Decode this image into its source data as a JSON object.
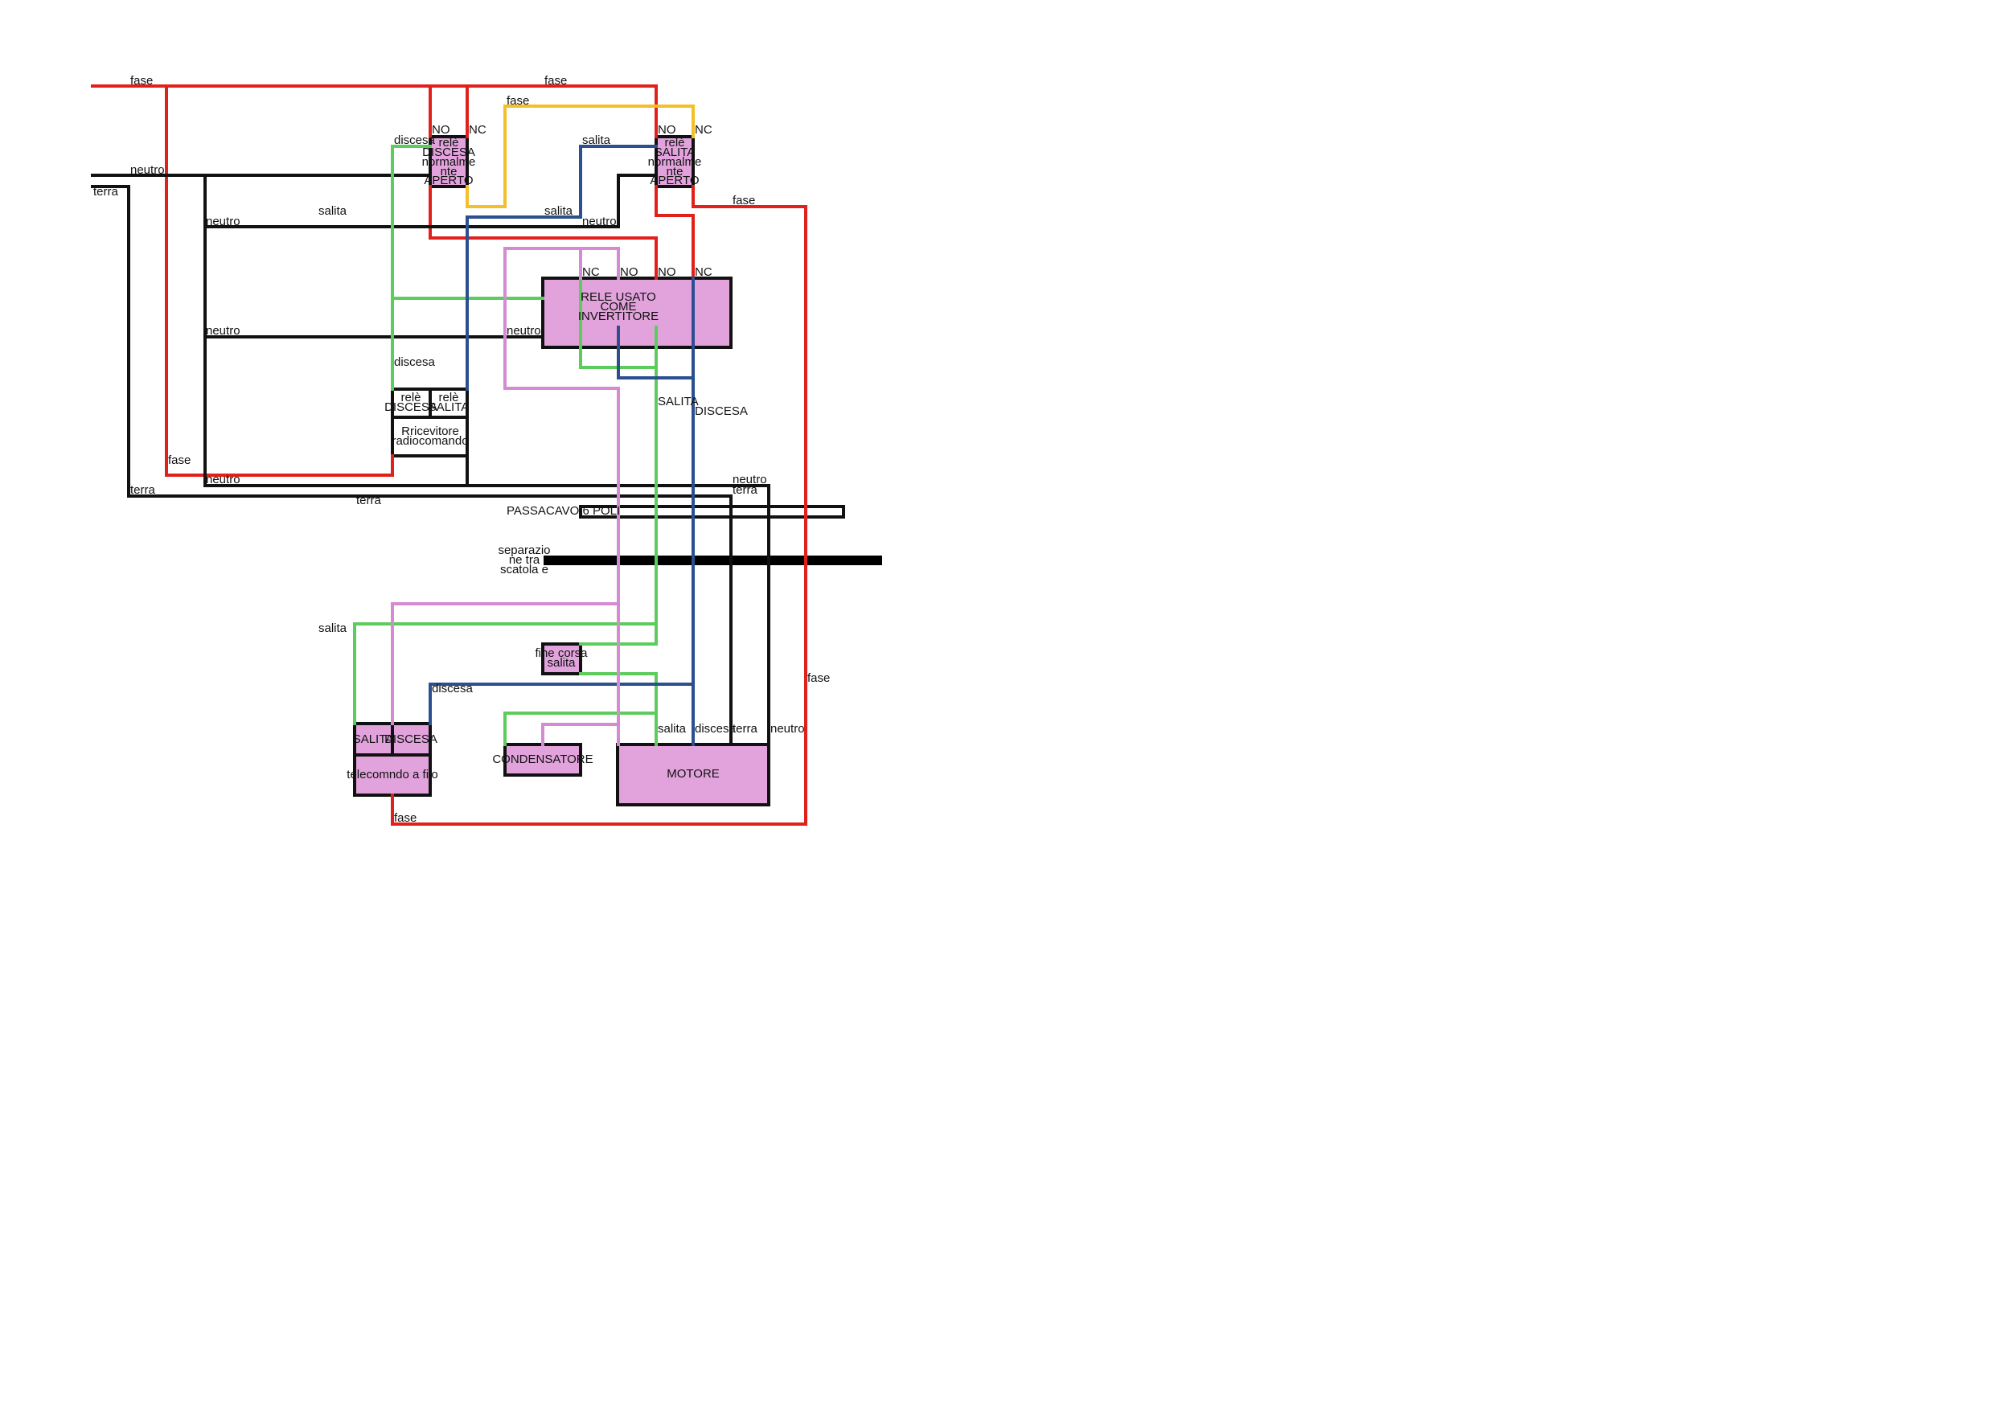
{
  "colors": {
    "fase": "#e0201b",
    "neutro": "#111111",
    "terra": "#111111",
    "salita_green": "#5ccc5c",
    "discesa_blue": "#2b4f8f",
    "yellow": "#f5bf2a",
    "violet": "#d58ad1",
    "box_fill": "#e2a3dc",
    "white": "#ffffff"
  },
  "wire_labels": {
    "fase_top_left": "fase",
    "fase_top_mid": "fase",
    "fase_yellow": "fase",
    "neutro_left": "neutro",
    "terra_left": "terra",
    "discesa_top": "discesa",
    "salita_top": "salita",
    "salita_left_mid": "salita",
    "neutro_inner": "neutro",
    "salita_mid": "salita",
    "neutro_mid": "neutro",
    "fase_right_relay": "fase",
    "neutro_left_2": "neutro",
    "neutro_inverter": "neutro",
    "discesa_mid": "discesa",
    "salita_caps": "SALITA",
    "discesa_caps": "DISCESA",
    "fase_low_left": "fase",
    "neutro_low": "neutro",
    "terra_low": "terra",
    "terra_low_mid": "terra",
    "neutro_right": "neutro",
    "terra_right": "terra",
    "salita_bottom_left": "salita",
    "discesa_bottom": "discesa",
    "fase_right_long": "fase",
    "salita_motor": "salita",
    "discesa_motor": "discesa",
    "terra_motor": "terra",
    "neutro_motor": "neutro",
    "fase_bottom": "fase"
  },
  "contacts": {
    "no_1": "NO",
    "nc_1": "NC",
    "no_2": "NO",
    "nc_2": "NC",
    "nc_inv_1": "NC",
    "no_inv_1": "NO",
    "no_inv_2": "NO",
    "nc_inv_2": "NC"
  },
  "boxes": {
    "rele_discesa": [
      "relè",
      "DISCESA",
      "normalme",
      "nte",
      "APERTO"
    ],
    "rele_salita": [
      "relè",
      "SALITA",
      "normalme",
      "nte",
      "APERTO"
    ],
    "inverter": [
      "RELE USATO",
      "COME",
      "INVERTITORE"
    ],
    "receiver_discesa": [
      "relè",
      "DISCESA"
    ],
    "receiver_salita": [
      "relè",
      "SALITA"
    ],
    "receiver_main": [
      "Rricevitore",
      "radiocomando"
    ],
    "fine_corsa": [
      "fine corsa",
      "salita"
    ],
    "remote_salita": "SALITA",
    "remote_discesa": "DISCESA",
    "remote_main": "telecomndo a filo",
    "condensatore": "CONDENSATORE",
    "motore": "MOTORE"
  },
  "passacavo": "PASSACAVO 6 POLI",
  "separazione": [
    "separazio",
    "ne tra",
    "scatola e"
  ]
}
